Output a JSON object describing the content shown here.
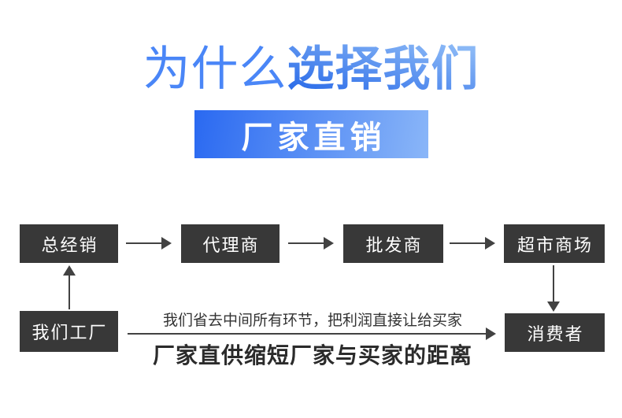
{
  "title": {
    "prefix": "为什么",
    "emphasis": "选择我们"
  },
  "banner": {
    "label": "厂家直销"
  },
  "flow": {
    "chain": [
      "总经销",
      "代理商",
      "批发商",
      "超市商场"
    ],
    "factory_label": "我们工厂",
    "consumer_label": "消费者",
    "note": "我们省去中间所有环节，把利润直接让给买家",
    "slogan": "厂家直供缩短厂家与买家的距离"
  },
  "icons": {
    "right_arrow": "arrow-right",
    "up_arrow": "arrow-up",
    "down_arrow": "arrow-down"
  },
  "colors": {
    "title_blue": "#4a86f7",
    "gradient_start": "#2f6fe9",
    "gradient_end": "#8ab8f6",
    "banner_gradient_start": "#2a69f1",
    "banner_gradient_end": "#8ab6f8",
    "node_background": "#383838",
    "node_text": "#ffffff",
    "arrow": "#424242",
    "note_text": "#333333",
    "slogan_text": "#2b2b2b"
  }
}
